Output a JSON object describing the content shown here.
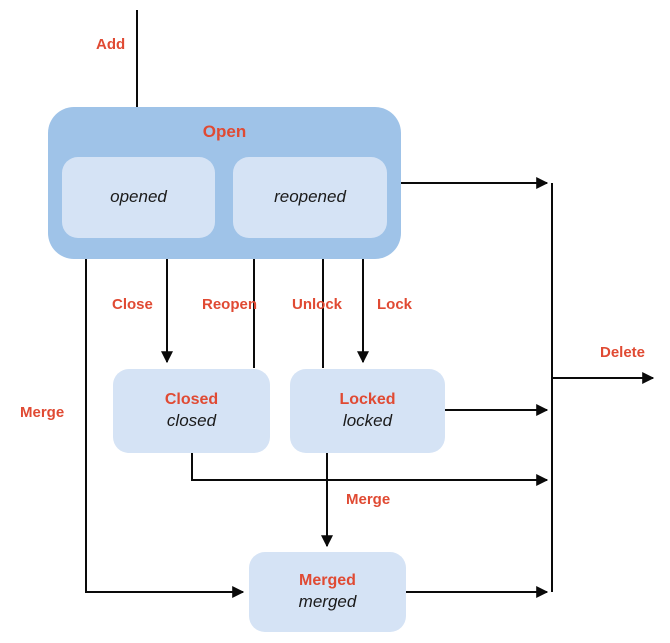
{
  "diagram_type": "state-diagram",
  "states": {
    "open_group": {
      "label": "Open"
    },
    "opened": {
      "label": "opened"
    },
    "reopened": {
      "label": "reopened"
    },
    "closed": {
      "label": "Closed",
      "state_name": "closed"
    },
    "locked": {
      "label": "Locked",
      "state_name": "locked"
    },
    "merged": {
      "label": "Merged",
      "state_name": "merged"
    }
  },
  "transitions": {
    "add": {
      "label": "Add"
    },
    "close": {
      "label": "Close"
    },
    "reopen": {
      "label": "Reopen"
    },
    "unlock": {
      "label": "Unlock"
    },
    "lock": {
      "label": "Lock"
    },
    "merge_left": {
      "label": "Merge"
    },
    "merge_bottom": {
      "label": "Merge"
    },
    "delete": {
      "label": "Delete"
    }
  },
  "colors": {
    "label_red": "#e04a33",
    "group_fill": "#9fc3e8",
    "state_fill": "#d5e3f5",
    "line_color": "#0a0a0a",
    "state_text": "#1a1a1a",
    "bg": "#ffffff"
  }
}
